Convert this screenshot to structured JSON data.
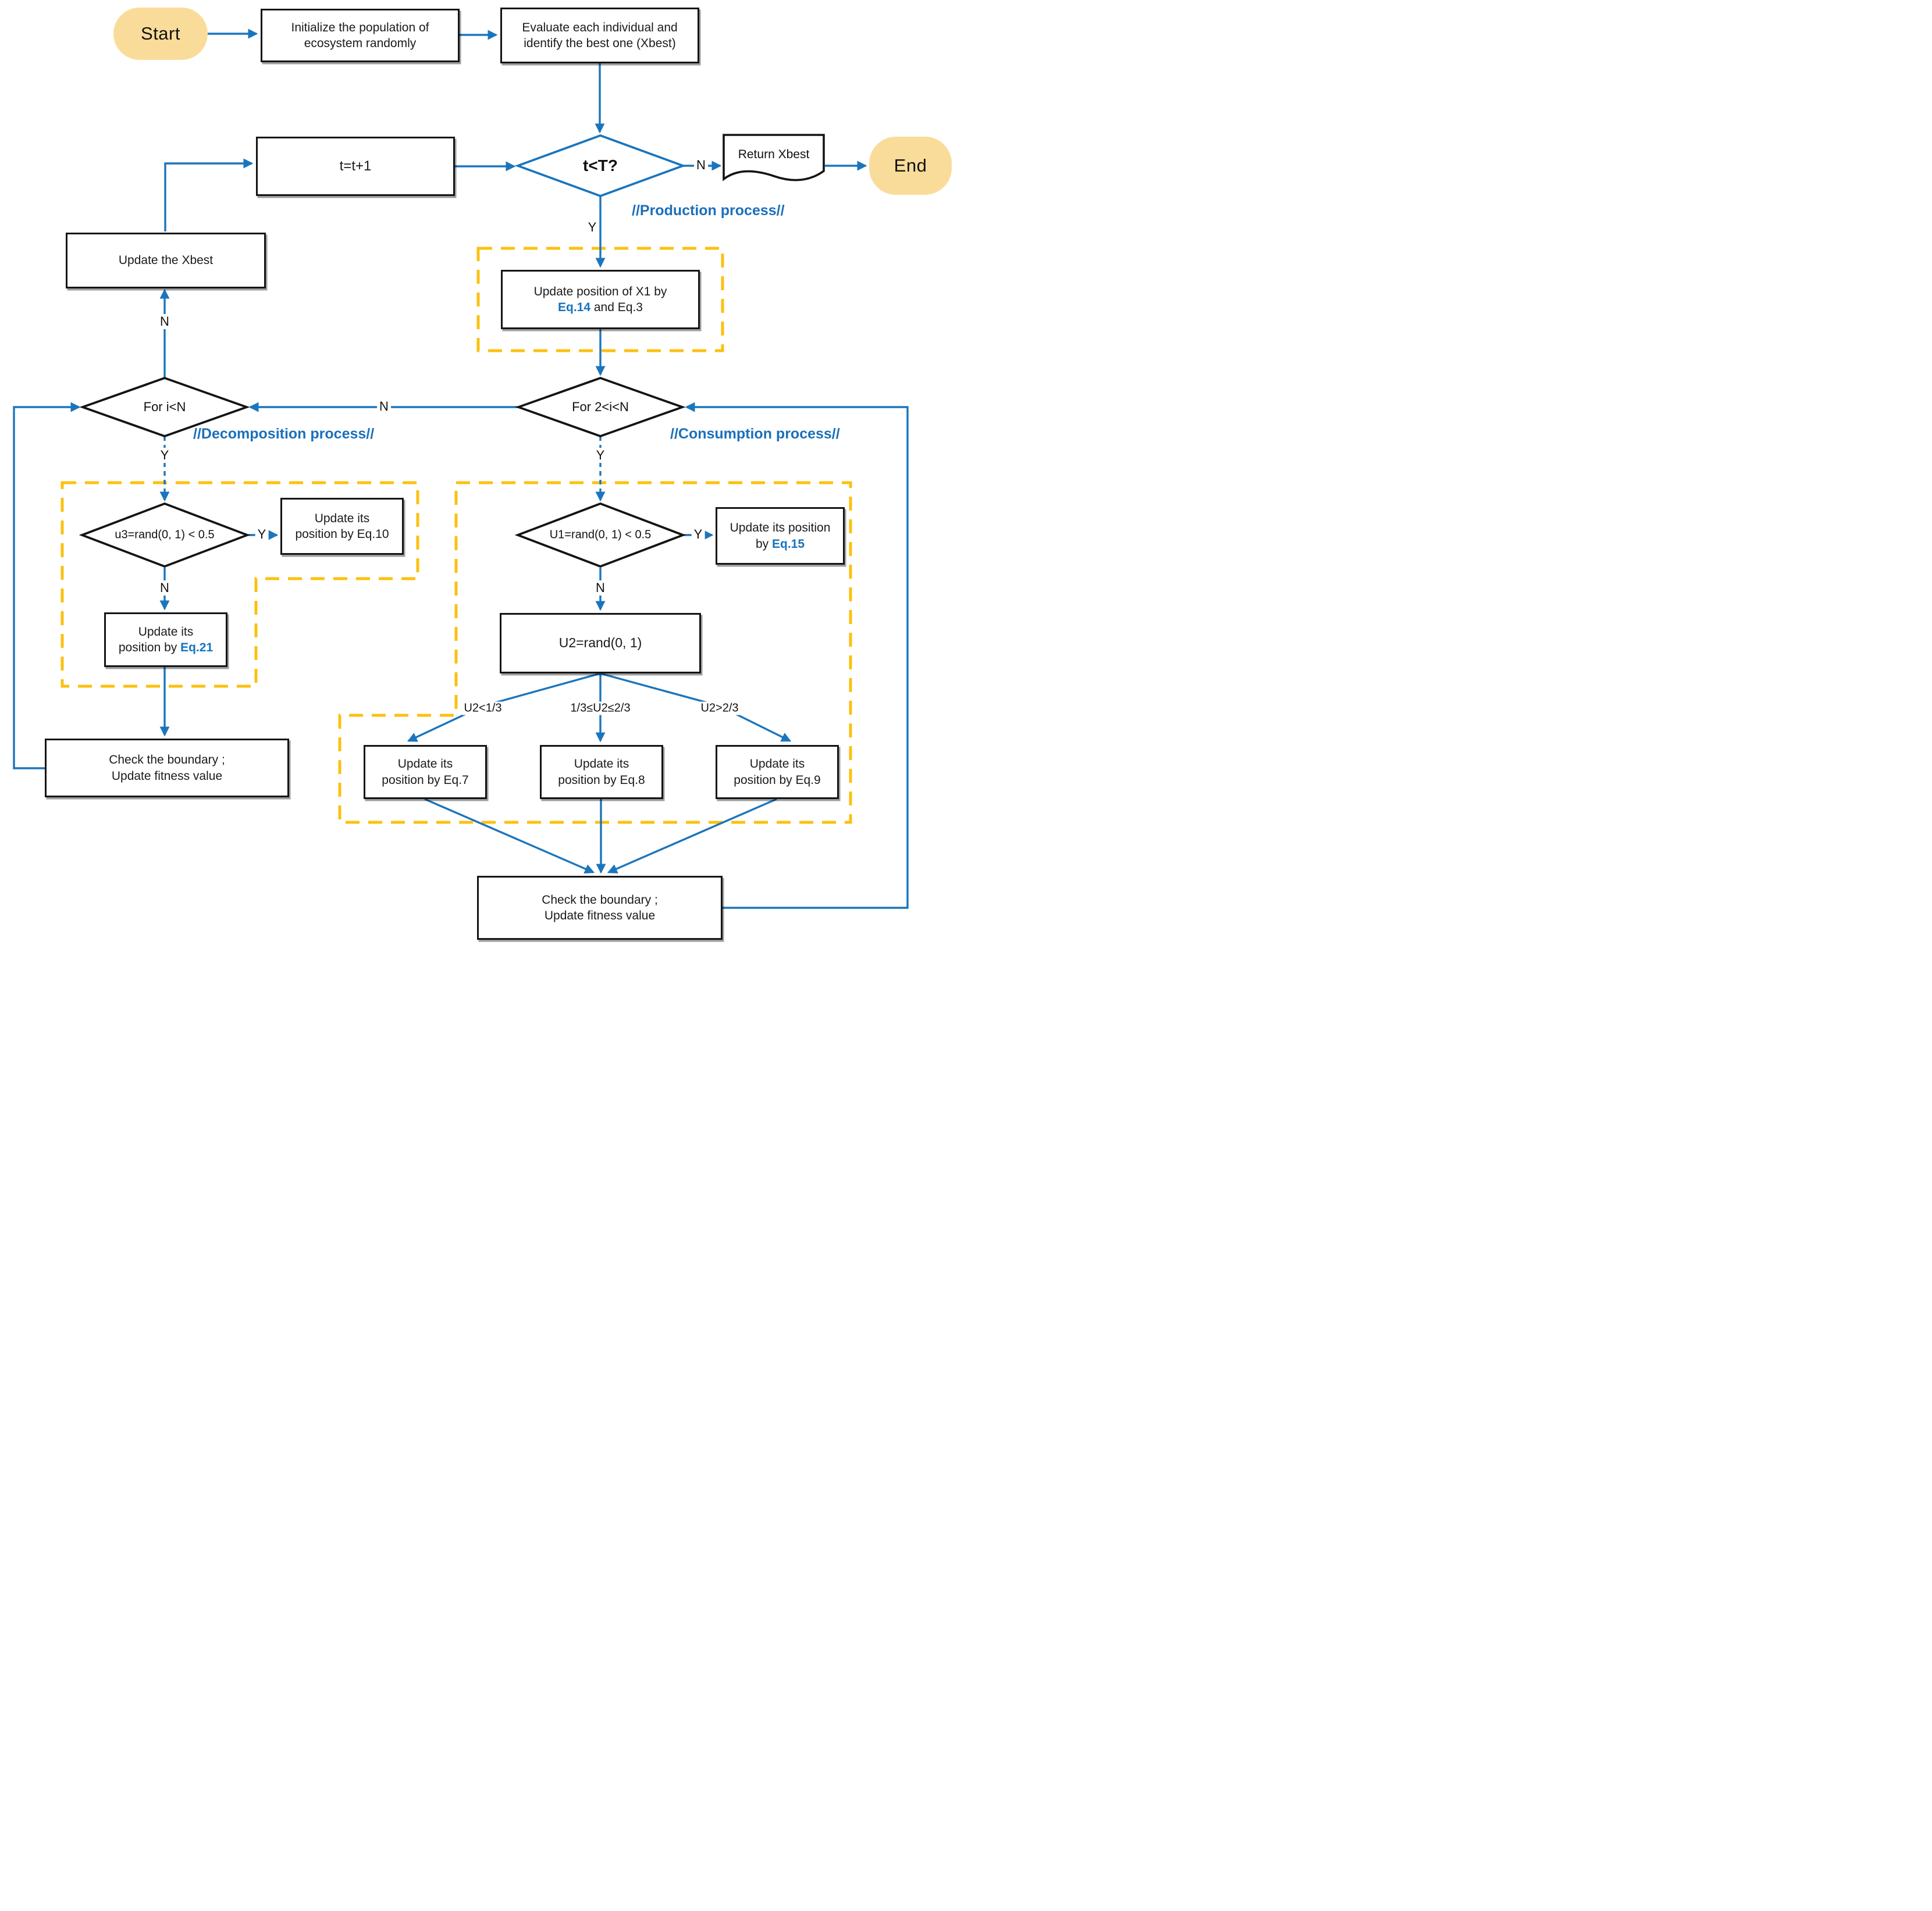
{
  "colors": {
    "line_blue": "#1b75bc",
    "title_blue": "#1b6fbb",
    "eq_blue": "#1573be",
    "dash_orange": "#fdc011",
    "terminal_fill": "#fadc9a",
    "node_border": "#141414"
  },
  "labels": {
    "yes": "Y",
    "no": "N"
  },
  "sections": {
    "production": "//Production process//",
    "decomposition": "//Decomposition process//",
    "consumption": "//Consumption process//"
  },
  "nodes": {
    "start": "Start",
    "end": "End",
    "initialize": {
      "line1": "Initialize the population of",
      "line2": "ecosystem randomly"
    },
    "evaluate": {
      "line1": "Evaluate each individual and",
      "line2": "identify the best one (Xbest)"
    },
    "increment": "t=t+1",
    "t_check": "t<T?",
    "return_xbest": "Return Xbest",
    "update_xbest": "Update the Xbest",
    "update_x1": {
      "line1": "Update position of X1 by",
      "eq": "Eq.14",
      "rest": " and Eq.3"
    },
    "for_i": "For i<N",
    "for_2i": "For 2<i<N",
    "u3_check": "u3=rand(0, 1) < 0.5",
    "eq10": {
      "line1": "Update its",
      "line2": "position by Eq.10"
    },
    "eq21": {
      "line1": "Update its",
      "pre": "position by ",
      "eq": "Eq.21"
    },
    "check_left": {
      "line1": "Check the boundary ;",
      "line2": "Update fitness value"
    },
    "u1_check": "U1=rand(0, 1) < 0.5",
    "eq15": {
      "line1": "Update its position",
      "pre": "by ",
      "eq": "Eq.15"
    },
    "u2": "U2=rand(0, 1)",
    "branch_labels": {
      "lt": "U2<1/3",
      "mid": "1/3≤U2≤2/3",
      "gt": "U2>2/3"
    },
    "eq7": {
      "line1": "Update its",
      "line2": "position by Eq.7"
    },
    "eq8": {
      "line1": "Update its",
      "line2": "position by Eq.8"
    },
    "eq9": {
      "line1": "Update its",
      "line2": "position by Eq.9"
    },
    "check_bottom": {
      "line1": "Check the boundary ;",
      "line2": "Update fitness value"
    }
  }
}
